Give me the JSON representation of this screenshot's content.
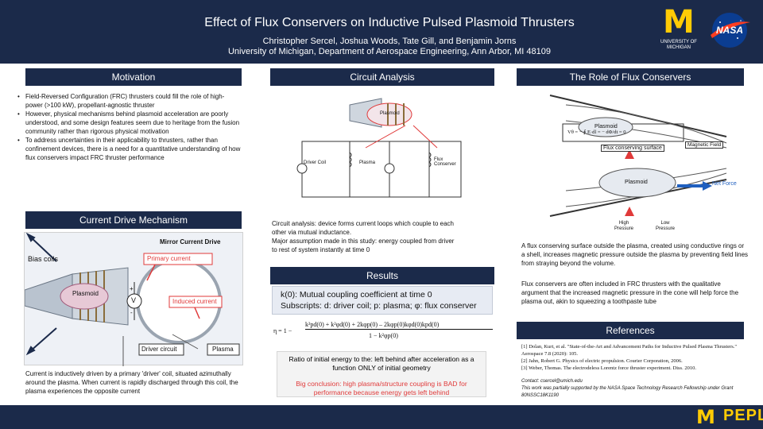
{
  "header": {
    "title": "Effect of Flux Conservers on Inductive Pulsed Plasmoid Thrusters",
    "authors": "Christopher Sercel, Joshua Woods, Tate Gill, and Benjamin Jorns",
    "affiliation": "University of Michigan, Department of Aerospace Engineering, Ann Arbor, MI 48109",
    "um_logo_letter": "M",
    "um_logo_text": "UNIVERSITY OF MICHIGAN",
    "nasa_logo_text": "NASA"
  },
  "motivation": {
    "heading": "Motivation",
    "bullets": [
      "Field-Reversed Configuration (FRC) thrusters could fill the role of high-power (>100 kW), propellant-agnostic thruster",
      "However, physical mechanisms behind plasmoid acceleration are poorly understood, and some design features seem due to heritage from the fusion community rather than rigorous physical motivation",
      "To address uncertainties in their applicability to thrusters, rather than confinement devices, there is a need for a quantitative understanding of how flux conservers impact FRC thruster performance"
    ]
  },
  "current_drive": {
    "heading": "Current Drive Mechanism",
    "fig": {
      "mirror_current_drive": "Mirror Current Drive",
      "bias_coils": "Bias coils",
      "primary_current": "Primary current",
      "plasmoid": "Plasmoid",
      "induced_current": "Induced current",
      "source": "V",
      "plus": "+",
      "minus": "-",
      "driver_circuit": "Driver circuit",
      "plasma": "Plasma"
    },
    "caption": "Current is inductively driven by a primary 'driver' coil, situated azimuthally around the plasma. When current is rapidly discharged through this coil, the plasma experiences the opposite current"
  },
  "circuit": {
    "heading": "Circuit Analysis",
    "fig": {
      "plasmoid": "Plasmoid",
      "driver_coil": "Driver Coil",
      "plasma": "Plasma",
      "flux_conserver": "Flux Conserver"
    },
    "caption_lines": [
      "Circuit analysis: device forms current loops which couple to each",
      "other via mutual inductance.",
      "Major assumption made in this study: energy coupled from driver",
      "to rest of system instantly at time 0"
    ]
  },
  "results": {
    "heading": "Results",
    "box_line1": "k(0): Mutual coupling coefficient at time 0",
    "box_line2": "Subscripts: d: driver coil; p: plasma; φ: flux conserver",
    "eq_lhs": "η = 1 −",
    "eq_num": "k²pd(0) + k²φd(0) + 2kφp(0) – 2kφp(0)kφd(0)kpd(0)",
    "eq_den": "1 − k²φp(0)",
    "note_line1": "Ratio of initial energy to the: left behind after acceleration as a",
    "note_line2": "function ONLY of initial geometry",
    "conclusion_line1": "Big conclusion: high plasma/structure coupling is BAD for",
    "conclusion_line2": "performance because energy gets left behind"
  },
  "flux_role": {
    "heading": "The Role of Flux Conservers",
    "fig": {
      "plasmoid": "Plasmoid",
      "flux_conserving_surface": "Flux conserving surface",
      "magnetic_field": "Magnetic Field",
      "net_force": "Net Force",
      "high_pressure": "High Pressure",
      "low_pressure": "Low Pressure",
      "equation": "Vθ = − ∮ E·dl = − dΦ/dt = 0"
    },
    "para1": "A flux conserving surface outside the plasma, created using conductive rings or a shell, increases magnetic pressure outside the plasma by preventing field lines from straying beyond the volume.",
    "para2": "Flux conservers are often included in FRC thrusters with the qualitative argument that the increased magnetic pressure in the cone will help force the plasma out, akin to squeezing a toothpaste tube"
  },
  "references": {
    "heading": "References",
    "items": [
      "[1] Dolan, Kurt, et al. \"State-of-the-Art and Advancement Paths for Inductive Pulsed Plasma Thrusters.\" Aerospace 7.8 (2020): 105.",
      "[2] Jahn, Robert G. Physics of electric propulsion. Courier Corporation, 2006.",
      "[3] Weber, Thomas. The electrodeless Lorentz force thruster experiment. Diss. 2010."
    ],
    "contact": "Contact: csercel@umich.edu",
    "funding": "This work was partially supported by the NASA Space Technology Research Fellowship under Grant 80NSSC18K1190"
  },
  "footer": {
    "um_letter": "M",
    "lab": "PEPL"
  },
  "colors": {
    "navy": "#1b2a4a",
    "maize": "#ffcb05",
    "red": "#e03a3a",
    "blue_arrow": "#1f5fbf"
  }
}
